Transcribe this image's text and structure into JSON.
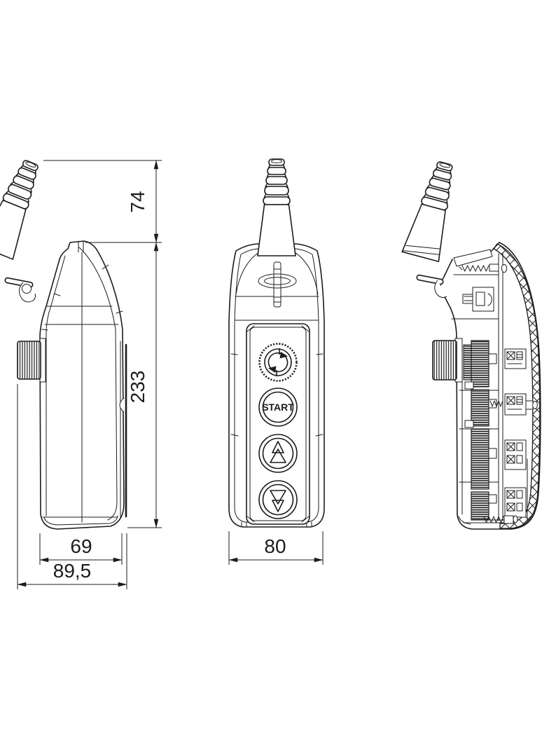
{
  "drawing": {
    "kind": "technical-three-view-pendant-control",
    "background_color": "#ffffff",
    "line_color": "#1c1c1c"
  },
  "dimensions": {
    "gland_height": "74",
    "body_height": "233",
    "body_width": "69",
    "overall_depth": "89,5",
    "front_width": "80"
  },
  "front_view": {
    "start_button_label": "START"
  },
  "icons": {
    "emergency_stop": "rotary-release-arrows-icon",
    "lift_up": "double-arrow-up-icon",
    "lift_down": "double-arrow-down-icon",
    "suspension_eyelet": "eyebolt-icon",
    "cable_gland": "strain-relief-icon"
  }
}
